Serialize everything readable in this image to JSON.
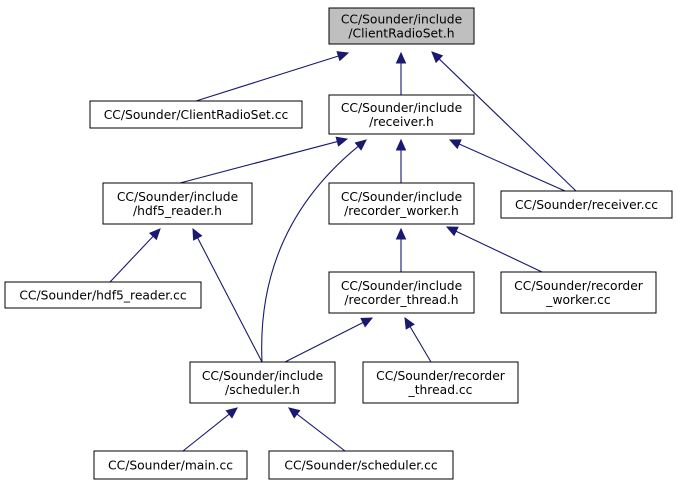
{
  "graph": {
    "nodes": [
      {
        "id": "client_radio_set_h",
        "name": "node-client-radio-set-h",
        "lines": [
          "CC/Sounder/include",
          "/ClientRadioSet.h"
        ],
        "root": true,
        "interactable": false
      },
      {
        "id": "client_radio_set_cc",
        "name": "node-client-radio-set-cc",
        "lines": [
          "CC/Sounder/ClientRadioSet.cc"
        ],
        "interactable": true
      },
      {
        "id": "receiver_h",
        "name": "node-receiver-h",
        "lines": [
          "CC/Sounder/include",
          "/receiver.h"
        ],
        "interactable": true
      },
      {
        "id": "receiver_cc",
        "name": "node-receiver-cc",
        "lines": [
          "CC/Sounder/receiver.cc"
        ],
        "interactable": true
      },
      {
        "id": "hdf5_reader_h",
        "name": "node-hdf5-reader-h",
        "lines": [
          "CC/Sounder/include",
          "/hdf5_reader.h"
        ],
        "interactable": true
      },
      {
        "id": "recorder_worker_h",
        "name": "node-recorder-worker-h",
        "lines": [
          "CC/Sounder/include",
          "/recorder_worker.h"
        ],
        "interactable": true
      },
      {
        "id": "hdf5_reader_cc",
        "name": "node-hdf5-reader-cc",
        "lines": [
          "CC/Sounder/hdf5_reader.cc"
        ],
        "interactable": true
      },
      {
        "id": "recorder_thread_h",
        "name": "node-recorder-thread-h",
        "lines": [
          "CC/Sounder/include",
          "/recorder_thread.h"
        ],
        "interactable": true
      },
      {
        "id": "recorder_worker_cc",
        "name": "node-recorder-worker-cc",
        "lines": [
          "CC/Sounder/recorder",
          "_worker.cc"
        ],
        "interactable": true
      },
      {
        "id": "scheduler_h",
        "name": "node-scheduler-h",
        "lines": [
          "CC/Sounder/include",
          "/scheduler.h"
        ],
        "interactable": true
      },
      {
        "id": "recorder_thread_cc",
        "name": "node-recorder-thread-cc",
        "lines": [
          "CC/Sounder/recorder",
          "_thread.cc"
        ],
        "interactable": true
      },
      {
        "id": "main_cc",
        "name": "node-main-cc",
        "lines": [
          "CC/Sounder/main.cc"
        ],
        "interactable": true
      },
      {
        "id": "scheduler_cc",
        "name": "node-scheduler-cc",
        "lines": [
          "CC/Sounder/scheduler.cc"
        ],
        "interactable": true
      }
    ],
    "edges": [
      {
        "from": "client_radio_set_cc",
        "to": "client_radio_set_h"
      },
      {
        "from": "receiver_h",
        "to": "client_radio_set_h"
      },
      {
        "from": "receiver_cc",
        "to": "client_radio_set_h"
      },
      {
        "from": "hdf5_reader_h",
        "to": "receiver_h"
      },
      {
        "from": "scheduler_h",
        "to": "receiver_h"
      },
      {
        "from": "recorder_worker_h",
        "to": "receiver_h"
      },
      {
        "from": "receiver_cc",
        "to": "receiver_h"
      },
      {
        "from": "hdf5_reader_cc",
        "to": "hdf5_reader_h"
      },
      {
        "from": "scheduler_h",
        "to": "hdf5_reader_h"
      },
      {
        "from": "recorder_thread_h",
        "to": "recorder_worker_h"
      },
      {
        "from": "recorder_worker_cc",
        "to": "recorder_worker_h"
      },
      {
        "from": "scheduler_h",
        "to": "recorder_thread_h"
      },
      {
        "from": "recorder_thread_cc",
        "to": "recorder_thread_h"
      },
      {
        "from": "main_cc",
        "to": "scheduler_h"
      },
      {
        "from": "scheduler_cc",
        "to": "scheduler_h"
      }
    ],
    "colors": {
      "edge": "#191970",
      "root_fill": "#bfbfbf",
      "node_fill": "#ffffff",
      "node_border": "#000000"
    }
  }
}
